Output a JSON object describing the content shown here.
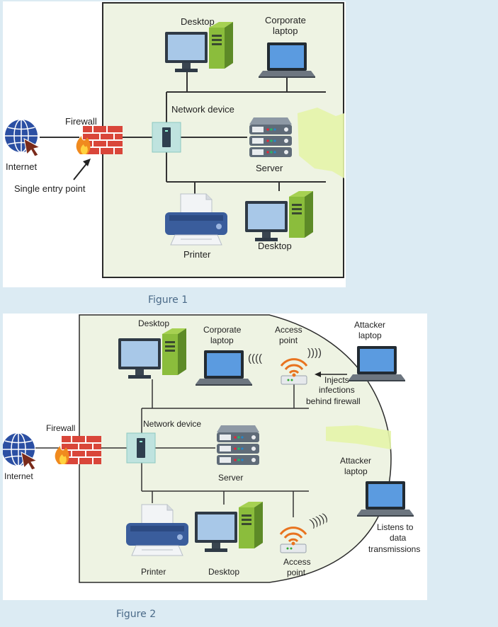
{
  "figure1": {
    "caption": "Figure 1",
    "labels": {
      "desktop_top": "Desktop",
      "corporate_laptop_line1": "Corporate",
      "corporate_laptop_line2": "laptop",
      "network_device": "Network device",
      "firewall": "Firewall",
      "internet": "Internet",
      "single_entry_point": "Single entry point",
      "server": "Server",
      "printer": "Printer",
      "desktop_bottom": "Desktop"
    }
  },
  "figure2": {
    "caption": "Figure 2",
    "labels": {
      "desktop_top": "Desktop",
      "corporate_laptop_line1": "Corporate",
      "corporate_laptop_line2": "laptop",
      "access_point_top_line1": "Access",
      "access_point_top_line2": "point",
      "attacker_laptop_top_line1": "Attacker",
      "attacker_laptop_top_line2": "laptop",
      "injects_line1": "Injects",
      "injects_line2": "infections",
      "injects_line3": "behind firewall",
      "firewall": "Firewall",
      "network_device": "Network device",
      "internet": "Internet",
      "server": "Server",
      "attacker_laptop_bottom_line1": "Attacker",
      "attacker_laptop_bottom_line2": "laptop",
      "listens_line1": "Listens to",
      "listens_line2": "data",
      "listens_line3": "transmissions",
      "printer": "Printer",
      "desktop_bottom": "Desktop",
      "access_point_bottom_line1": "Access",
      "access_point_bottom_line2": "point"
    }
  }
}
